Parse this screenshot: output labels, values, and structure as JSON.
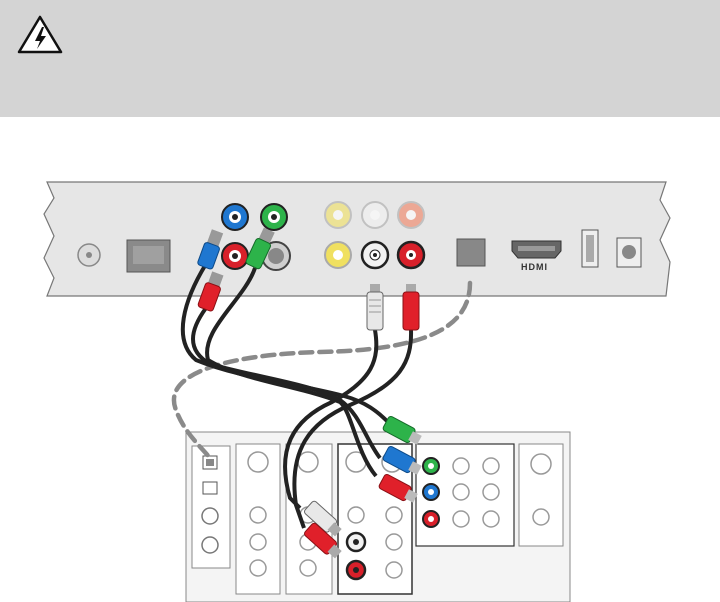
{
  "banner": {
    "background": "#d4d4d4",
    "icon": "high-voltage-warning-icon"
  },
  "settop_box": {
    "hdmi_label": "HDMI",
    "ports": [
      "coax-port",
      "ethernet-port",
      "component-y-jack",
      "component-pb-jack",
      "component-pr-jack",
      "s-video-jack",
      "composite-video-jack",
      "audio-left-jack",
      "audio-right-jack",
      "optical-audio-port",
      "hdmi-port",
      "usb-port",
      "power-jack"
    ]
  },
  "cables": {
    "component_colors": [
      "#1f77d0",
      "#e0202a",
      "#2db34a"
    ],
    "audio_colors": [
      "#e8e8e8",
      "#e0202a"
    ],
    "optical_style": "dashed-gray"
  },
  "colors": {
    "jack_blue": "#1f77d0",
    "jack_red": "#d8202a",
    "jack_green": "#2db34a",
    "jack_yellow": "#f0e060",
    "jack_white": "#f2f2f2",
    "jack_orange": "#f08060"
  }
}
